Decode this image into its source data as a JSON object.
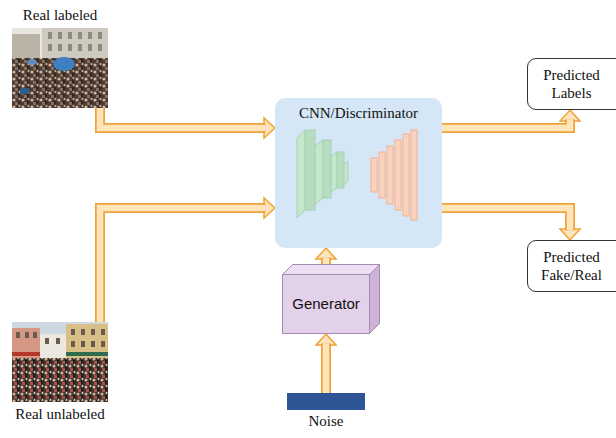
{
  "diagram": {
    "nodes": [
      {
        "text": [
          "Real labeled"
        ]
      },
      {
        "text": [
          "CNN/Discriminator"
        ]
      },
      {
        "text": [
          "Predicted Labels"
        ]
      },
      {
        "text": [
          "Real unlabeled"
        ]
      },
      {
        "text": [
          "Predicted Fake/Real"
        ]
      },
      {
        "text": [
          "Generator"
        ]
      },
      {
        "text": [
          "Noise"
        ]
      }
    ],
    "edges": [
      {
        "from": 0,
        "to": 1,
        "arrow": "to"
      },
      {
        "from": 3,
        "to": 1,
        "arrow": "to"
      },
      {
        "from": 1,
        "to": 2,
        "arrow": "to"
      },
      {
        "from": 1,
        "to": 4,
        "arrow": "to"
      },
      {
        "from": 5,
        "to": 1,
        "arrow": "to"
      },
      {
        "from": 6,
        "to": 5,
        "arrow": "to"
      }
    ]
  }
}
